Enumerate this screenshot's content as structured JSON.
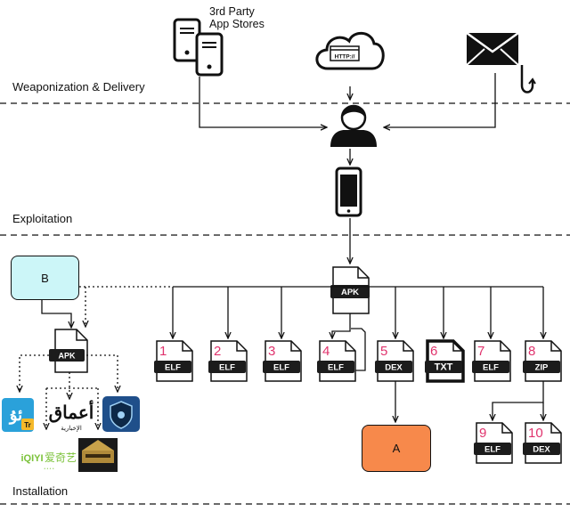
{
  "phases": {
    "weaponization": "Weaponization & Delivery",
    "exploitation": "Exploitation",
    "installation": "Installation"
  },
  "stores": {
    "line1": "3rd Party",
    "line2": "App Stores"
  },
  "cloud_label": "HTTP://",
  "apk_label": "APK",
  "box_b": "B",
  "box_a": "A",
  "files": [
    {
      "num": "1",
      "type": "ELF"
    },
    {
      "num": "2",
      "type": "ELF"
    },
    {
      "num": "3",
      "type": "ELF"
    },
    {
      "num": "4",
      "type": "ELF"
    },
    {
      "num": "5",
      "type": "DEX"
    },
    {
      "num": "6",
      "type": "TXT"
    },
    {
      "num": "7",
      "type": "ELF"
    },
    {
      "num": "8",
      "type": "ZIP"
    },
    {
      "num": "9",
      "type": "ELF"
    },
    {
      "num": "10",
      "type": "DEX"
    }
  ],
  "app_icons": {
    "uyghur_text": "ئۇ",
    "uyghur_badge": "Tr",
    "arabic_text": "أعماق",
    "arabic_sub": "الإخبارية",
    "iqiyi_logo": "iQIYI",
    "iqiyi_text": "爱奇艺"
  },
  "colors": {
    "box_b_fill": "#ccf6f8",
    "box_a_fill": "#f7894b",
    "file_number": "#e0336d",
    "label_bg": "#1c1c1c"
  }
}
